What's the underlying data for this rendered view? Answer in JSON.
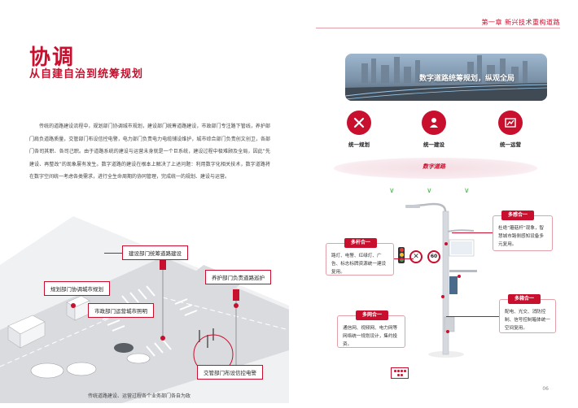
{
  "header": {
    "chapter": "第一章  新兴技术重构道路"
  },
  "title": {
    "main": "协调",
    "sub": "从自建自治到统筹规划"
  },
  "body": "传统的道路建设流程中，规划部门协调城市规划，建设部门统筹道路建设，市政部门专注路下管线，养护部门肩负道路质量，交管部门布设信控电警，电力部门负责电力电缆铺设维护，城市综合部门负责创文创卫，各部门各司其职、各司己职。由于道路系统的建设与运营未身就是一个巨系统，建设过程中极难顾及全局，因此“先建设、再整改”的现象屡有发生。数字道路的建设在根本上解决了上述问题：利用数字化相关技术，数字道路将在数字空间统一考虑各类需求，进行全生命周期的协同管理，完成统一的规划、建设与运营。",
  "illustration": {
    "callouts": {
      "construction": "建设部门统筹道路建设",
      "maintenance": "养护部门负责道路巡护",
      "planning": "规划部门协调城市规划",
      "municipal": "市政部门运营城市照明",
      "traffic": "交管部门布设信控电警"
    },
    "caption": "传统道路建设、运营过程各个业务部门各自为政"
  },
  "hero": {
    "text": "数字道路统筹规划，纵观全局"
  },
  "pillars": [
    {
      "label": "统一规划",
      "icon": "ruler-pencil-icon"
    },
    {
      "label": "统一建设",
      "icon": "worker-icon"
    },
    {
      "label": "统一运营",
      "icon": "chart-icon"
    }
  ],
  "digital_road": {
    "label": "数字道路"
  },
  "merges": {
    "sense": {
      "tag": "多感合一",
      "text": "杜绝“蘑菇杆”现象，智慧城市路侧感知设备多元复用。"
    },
    "pole": {
      "tag": "多杆合一",
      "text": "路灯、电警、红绿灯、广告、标志标牌资源统一建设复用。"
    },
    "box": {
      "tag": "多箱合一",
      "text": "配电、光交、消防控制、信号控制箱体统一空间复用。"
    },
    "network": {
      "tag": "多网合一",
      "text": "通信网、视频网、电力网等网络统一规划设计，集约投资。"
    }
  },
  "sign": {
    "speed": "60"
  },
  "page_number": "06",
  "colors": {
    "brand_red": "#c8102e",
    "chevron_green": "#4caf50"
  }
}
